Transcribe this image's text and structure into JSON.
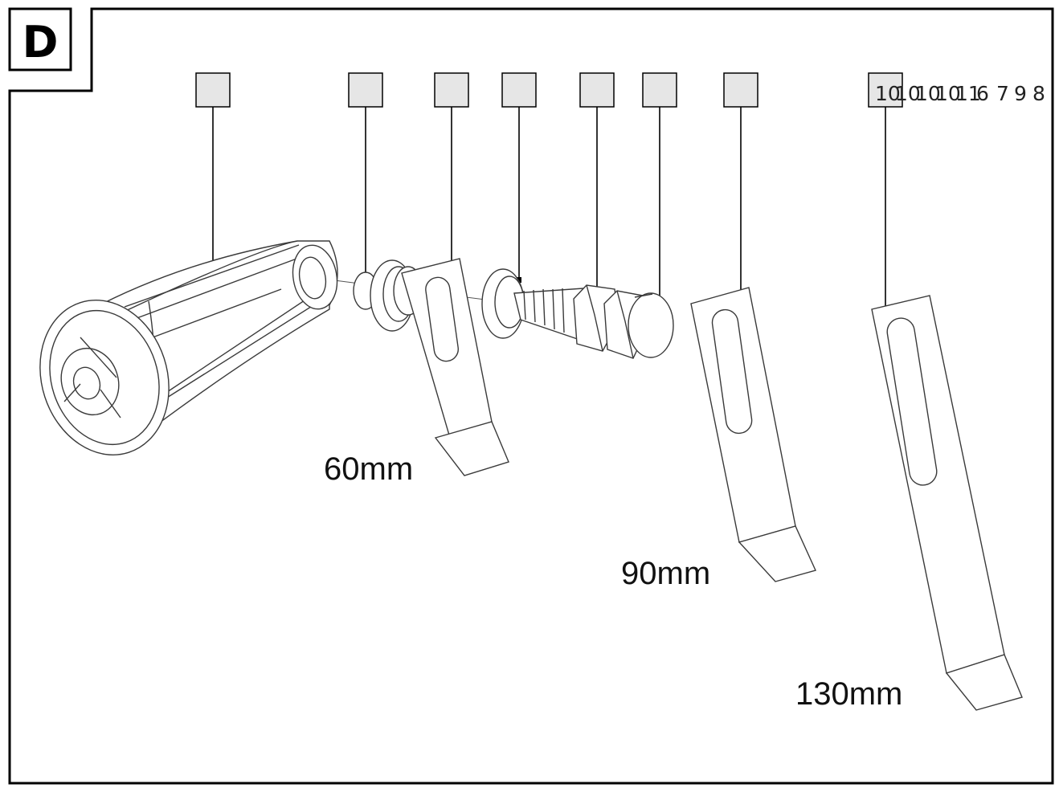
{
  "badge": "D",
  "callouts": [
    "10",
    "10",
    "10",
    "10",
    "11",
    "6",
    "7",
    "9",
    "8"
  ],
  "sizes": [
    "60mm",
    "90mm",
    "130mm"
  ],
  "colors": {
    "box_fill": "#e6e6e6",
    "stroke": "#000000",
    "line": "#3a3a3a"
  }
}
